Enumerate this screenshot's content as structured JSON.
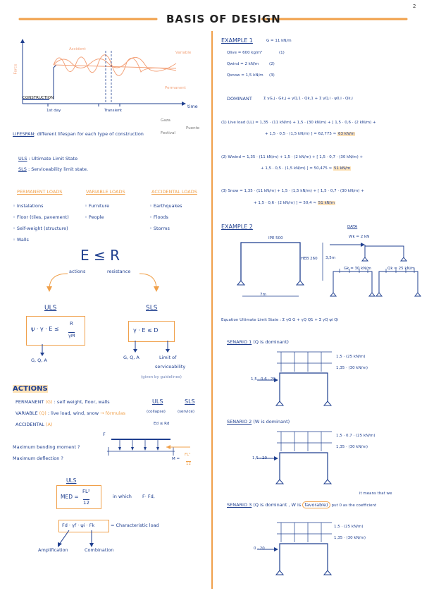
{
  "page": {
    "title": "BASIS OF DESIGN",
    "page_number": "2"
  },
  "left": {
    "graph": {
      "y_label": "Force",
      "x_label": "time",
      "construction": "CONSTRUCTION",
      "accident": "Accident",
      "variable": "Variable",
      "permanent": "Permanent",
      "first_day": "1st day",
      "transient": "Transient"
    },
    "lifespan": {
      "label": "LIFESPAN",
      "text": ": different lifespan for each type of construction"
    },
    "lifespan_tags": {
      "gaza": "Gaza",
      "festival": "Festival",
      "puente": "Puente"
    },
    "uls_def": {
      "abbr": "ULS",
      "text": ": Ultimate Limit State"
    },
    "sls_def": {
      "abbr": "SLS",
      "text": ": Serviceability limit state."
    },
    "loads": {
      "permanent": {
        "title": "PERMANENT LOADS",
        "items": [
          "Instalations",
          "Floor (tiles, pavement)",
          "Self-weight (structure)",
          "Walls"
        ]
      },
      "variable": {
        "title": "VARIABLE LOADS",
        "items": [
          "Furniture",
          "People"
        ]
      },
      "accidental": {
        "title": "ACCIDENTAL LOADS",
        "items": [
          "Earthquakes",
          "Floods",
          "Storms"
        ]
      }
    },
    "e_r": {
      "formula": "E ≤ R",
      "actions": "actions",
      "resistance": "resistance"
    },
    "uls_box": {
      "title": "ULS",
      "formula": "ψ · γ · E ≤",
      "num": "R",
      "den": "γM",
      "out": "G, Q, A"
    },
    "sls_box": {
      "title": "SLS",
      "formula": "γ · E ≤ D",
      "out": "G, Q, A",
      "limit": "Limit of",
      "limit2": "serviceability",
      "guide": "(given by guidelines)"
    },
    "actions": {
      "title": "ACTIONS",
      "permanent": "PERMANENT",
      "permanent_code": "(G)",
      "permanent_text": ": self weight, floor, walls",
      "variable": "VARIABLE",
      "variable_code": "(Q)",
      "variable_text": ": live load, wind, snow",
      "variable_extra": "→ fórmulas",
      "accidental": "ACCIDENTAL",
      "accidental_code": "(A)",
      "uls": "ULS",
      "sls": "SLS",
      "collapse": "(collapse)",
      "service": "(service)",
      "ed": "Ed ≤ Rd"
    },
    "beam": {
      "f": "F",
      "q1": "Maximum bending moment ?",
      "q2": "Maximum deflection ?",
      "m": "M =",
      "frac_num": "FL²",
      "frac_den": "12"
    },
    "med": {
      "title": "ULS",
      "lhs": "MED =",
      "num": "FL²",
      "den": "12",
      "which": "in which",
      "fed": "F· Fd,"
    },
    "fd": {
      "formula": "Fd · γf · ψi · Fk",
      "char": "= Characteristic load",
      "amp": "Amplification",
      "comb": "Combination"
    }
  },
  "right": {
    "ex1": {
      "title": "EXAMPLE 1",
      "g": "G = 11 kN/m",
      "qlive": "Qlive = 600 kg/m²",
      "qlive_n": "(1)",
      "qwind": "Qwind = 2 kN/m",
      "qwind_n": "(2)",
      "qsnow": "Qsnow = 1,5 kN/m",
      "qsnow_n": "(3)",
      "dominant": "DOMINANT",
      "dom_formula": "Σ γG,j · Gk,j + γQ,1 · Qk,1 + Σ γQ,i · ψ0,i · Qk,i",
      "l1a": "(1) Live load (LL) = 1,35 · (11 kN/m) + 1,5 · (30 kN/m) + [ 1,5 · 0,6 · (2 kN/m) +",
      "l1b": "+ 1,5 · 0,5 · (1,5 kN/m) ] = 62,775 ≈",
      "l1r": "63 kN/m",
      "l2a": "(2) Wwind = 1,35 · (11 kN/m) + 1,5 · (2 kN/m) + [ 1,5 · 0,7 · (30 kN/m) +",
      "l2b": "+ 1,5 · 0,5 · (1,5 kN/m) ] = 50,475 ≈",
      "l2r": "51 kN/m",
      "l3a": "(3) Snow = 1,35 · (11 kN/m) + 1,5 · (1,5 kN/m) + [ 1,5 · 0,7 · (30 kN/m) +",
      "l3b": "+ 1,5 · 0,6 · (2 kN/m) ] = 50,4 ≈",
      "l3r": "51 kN/m"
    },
    "ex2": {
      "title": "EXAMPLE 2",
      "ipe": "IPE 500",
      "heb": "HEB 260",
      "h": "3,5m",
      "span": "7m",
      "data": "DATA",
      "wk": "Wk = 2 kN",
      "gk": "Gk = 30 kN/m",
      "qk": "Qk = 25 kN/m"
    },
    "eq_uls": {
      "label": "Equation Ultimate Limit State",
      "formula": ": Σ γG G + γQ Q1 + Σ γQ ψi Qi"
    },
    "s1": {
      "title": "SENARIO 1",
      "desc": "(Q is dominant)",
      "r1": "1,5 · (25 kN/m)",
      "r2": "1,35 · (30 kN/m)",
      "left": "1,5 · 0,6 · 20"
    },
    "s2": {
      "title": "SENARIO 2",
      "desc": "(W is dominant)",
      "r1": "1,5 · 0,7 · (25 kN/m)",
      "r2": "1,35 · (30 kN/m)",
      "left": "1,5 · 20"
    },
    "s3": {
      "title": "SENARIO 3",
      "desc": "(Q is dominant , W is",
      "fav": "favorable)",
      "tail": "put 0 as the coefficient",
      "means": "it means that we",
      "r1": "1,5 · (25 kN/m)",
      "r2": "1,35 · (30 kN/m)",
      "left": "0 · 20"
    }
  },
  "colors": {
    "ink": "#1f3f8f",
    "accent": "#f0a04a",
    "highlight": "#fde2b8"
  }
}
